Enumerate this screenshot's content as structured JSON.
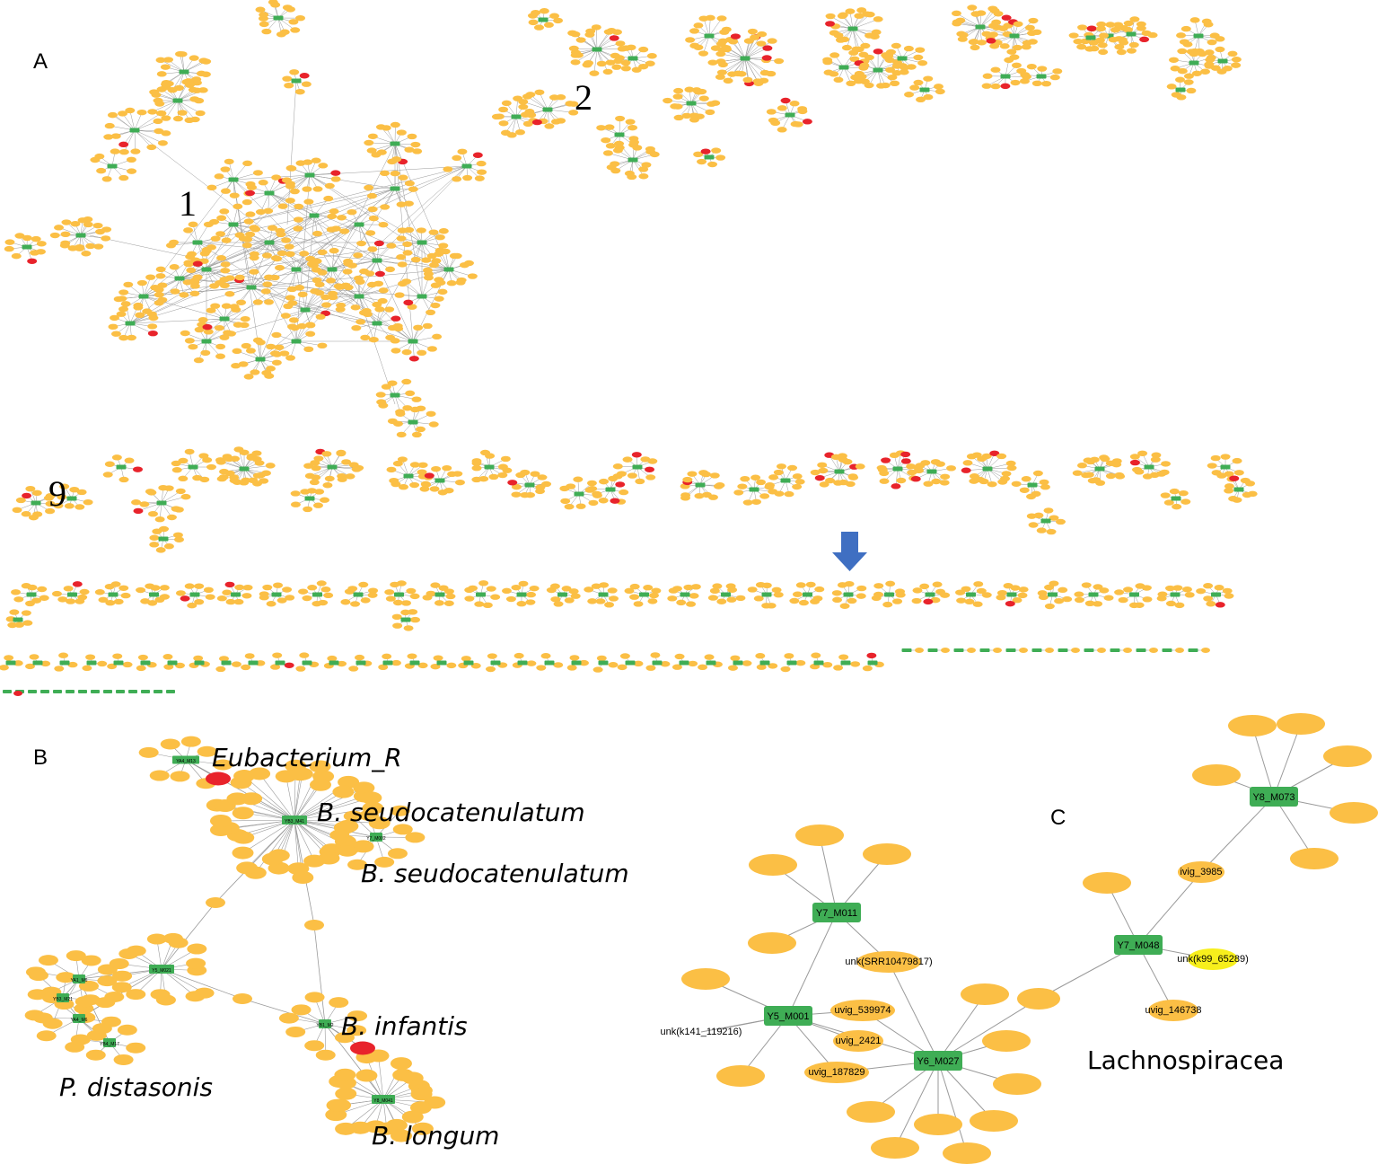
{
  "colors": {
    "phage": "#fbbf45",
    "host": "#3fad55",
    "highlight": "#e8232b",
    "selected": "#f7ef1c",
    "edge": "#9a9a9a",
    "arrow": "#3f6fc2"
  },
  "panel_a": {
    "letter": "A",
    "cluster_labels": [
      "1",
      "2",
      "9"
    ]
  },
  "panel_b": {
    "letter": "B",
    "mags": [
      "YA4_M13",
      "YB3_M41",
      "Y7_M002",
      "YA1_M6",
      "YB3_M21",
      "YA4_M6",
      "Y5_M021",
      "YB4_M17",
      "YB1_M2",
      "Y8_M041"
    ],
    "taxa": [
      "Eubacterium_R",
      "B. seudocatenulatum",
      "B. seudocatenulatum",
      "B. infantis",
      "P. distasonis",
      "B. longum"
    ]
  },
  "panel_c": {
    "letter": "C",
    "mags": [
      "Y7_M011",
      "Y5_M001",
      "Y6_M027",
      "Y7_M048",
      "Y8_M073"
    ],
    "phages": [
      "unk(SRR10479817)",
      "uvig_539974",
      "uvig_2421",
      "uvig_187829",
      "unk(k141_119216)",
      "ivig_3985",
      "unk(k99_65289)",
      "uvig_146738"
    ],
    "taxon": "Lachnospiracea"
  }
}
